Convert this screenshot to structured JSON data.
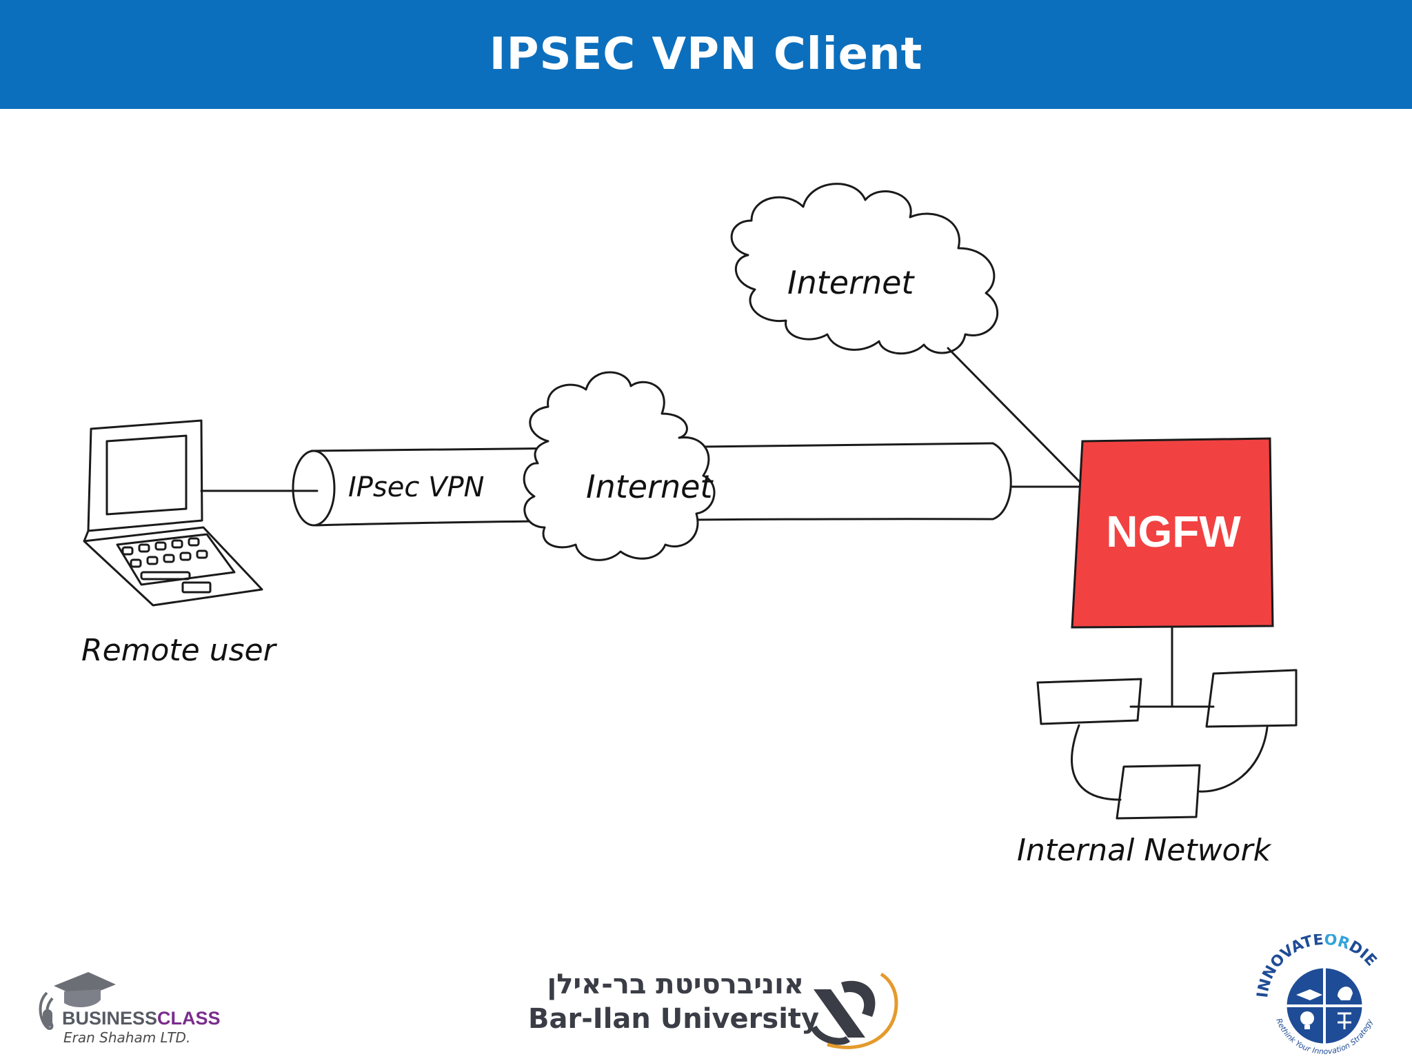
{
  "header": {
    "title": "IPSEC VPN Client"
  },
  "diagram": {
    "remote_user_label": "Remote user",
    "tunnel_label": "IPsec VPN",
    "tunnel_cloud_label": "Internet",
    "top_cloud_label": "Internet",
    "firewall_label": "NGFW",
    "internal_network_label": "Internal Network"
  },
  "footer": {
    "business_class": {
      "brand_part1": "BUSINESS",
      "brand_part2": "CLASS",
      "subtitle": "Eran Shaham LTD."
    },
    "bar_ilan": {
      "hebrew_name": "אוניברסיטת בר-אילן",
      "english_name": "Bar-Ilan University"
    },
    "innovate_or_die": {
      "ring_top_a": "INNOVATE",
      "ring_top_b": "OR",
      "ring_top_c": "DIE",
      "ring_bottom": "Rethink Your Innovation Strategy"
    }
  },
  "colors": {
    "title_bar": "#0c6fbd",
    "firewall_fill": "#f24141",
    "bc_brand": "#7a2c8c",
    "iod_blue": "#1f4c96"
  }
}
